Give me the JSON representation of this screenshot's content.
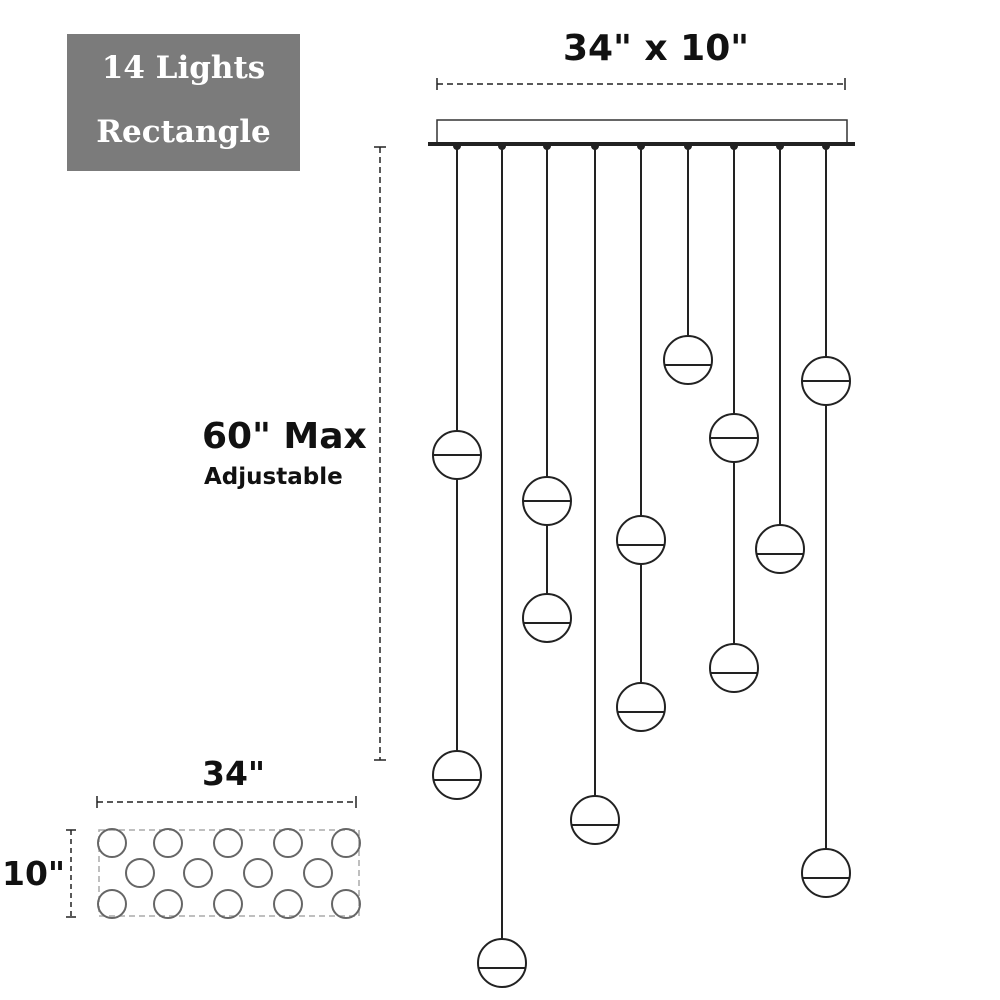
{
  "title_box": {
    "line1": "14 Lights",
    "line2": "Rectangle"
  },
  "dimensions": {
    "top_width": "34\" x 10\"",
    "height_max": "60\" Max",
    "height_note": "Adjustable",
    "footprint_width": "34\"",
    "footprint_depth": "10\""
  },
  "light_count": 14,
  "colors": {
    "label_bg": "#7b7b7b",
    "line": "#222222"
  }
}
